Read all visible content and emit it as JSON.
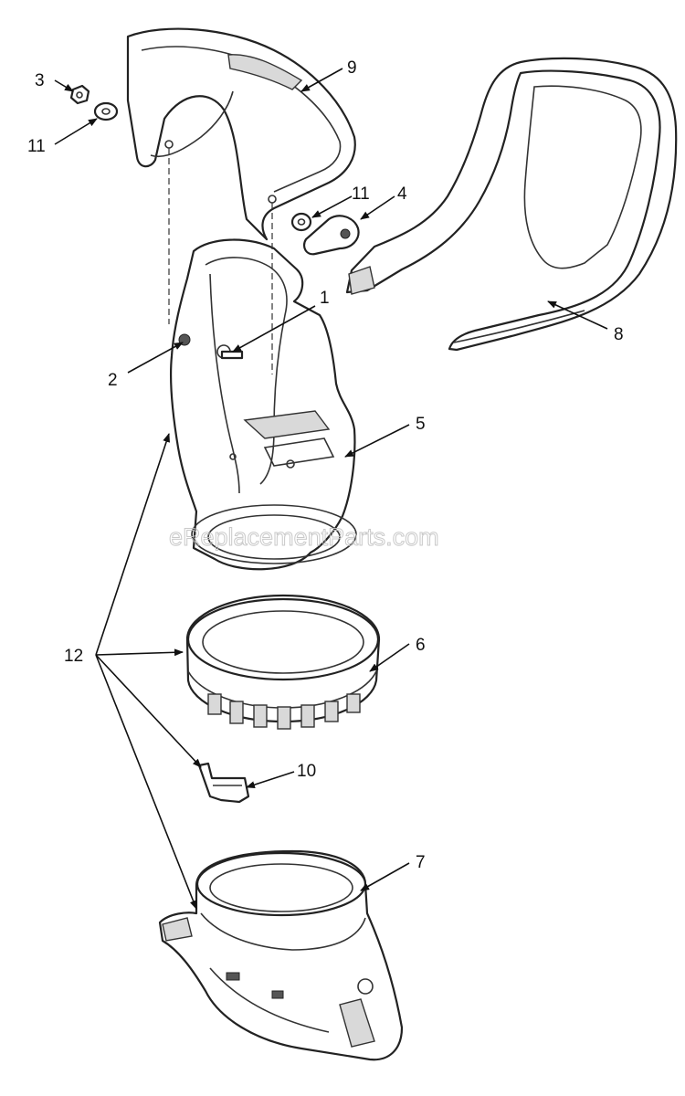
{
  "watermark": "eReplacementParts.com",
  "callouts": {
    "n1": "1",
    "n2": "2",
    "n3": "3",
    "n4": "4",
    "n5": "5",
    "n6": "6",
    "n7": "7",
    "n8": "8",
    "n9": "9",
    "n10": "10",
    "n11a": "11",
    "n11b": "11",
    "n12": "12"
  }
}
